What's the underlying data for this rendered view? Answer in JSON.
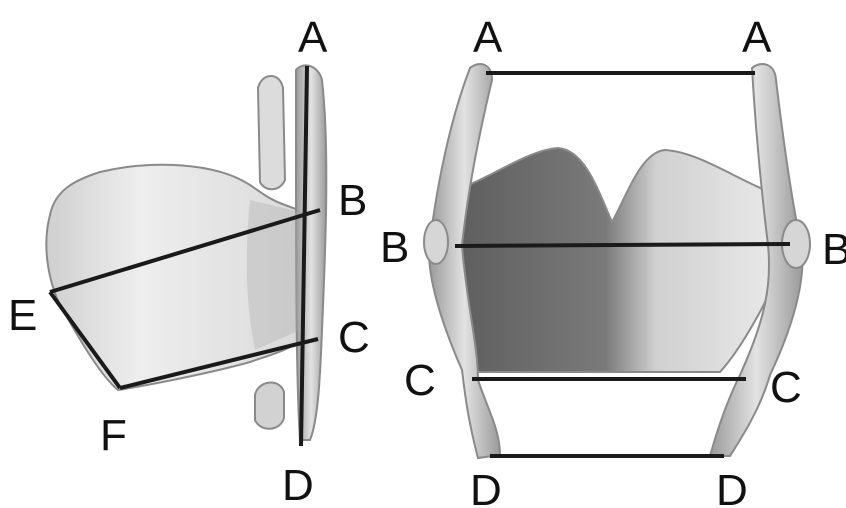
{
  "labels": {
    "left": {
      "A": "A",
      "B": "B",
      "C": "C",
      "D": "D",
      "E": "E",
      "F": "F"
    },
    "right": {
      "A_left": "A",
      "A_right": "A",
      "B_left": "B",
      "B_right": "B",
      "C_left": "C",
      "C_right": "C",
      "D_left": "D",
      "D_right": "D"
    }
  },
  "colors": {
    "line": "#1a1a1a",
    "cartilage_light": "#e6e6e6",
    "cartilage_mid": "#bdbdbd",
    "cartilage_dark": "#6f6f6f",
    "text": "#111111"
  }
}
